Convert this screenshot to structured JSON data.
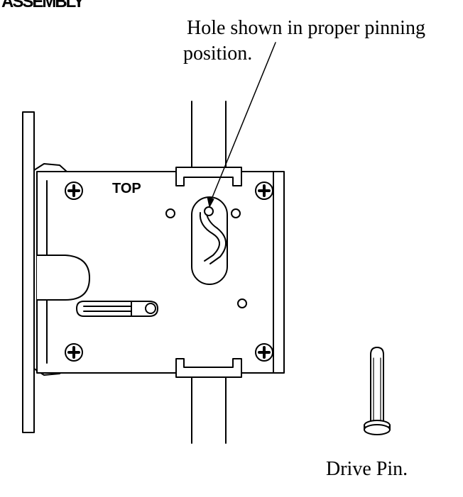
{
  "header": {
    "title": "ASSEMBLY"
  },
  "callout": {
    "line1": "Hole shown in proper pinning",
    "line2": "position."
  },
  "lock_body": {
    "stamp": "TOP"
  },
  "drive_pin": {
    "caption": "Drive Pin."
  },
  "colors": {
    "ink": "#000000",
    "paper": "#ffffff"
  }
}
